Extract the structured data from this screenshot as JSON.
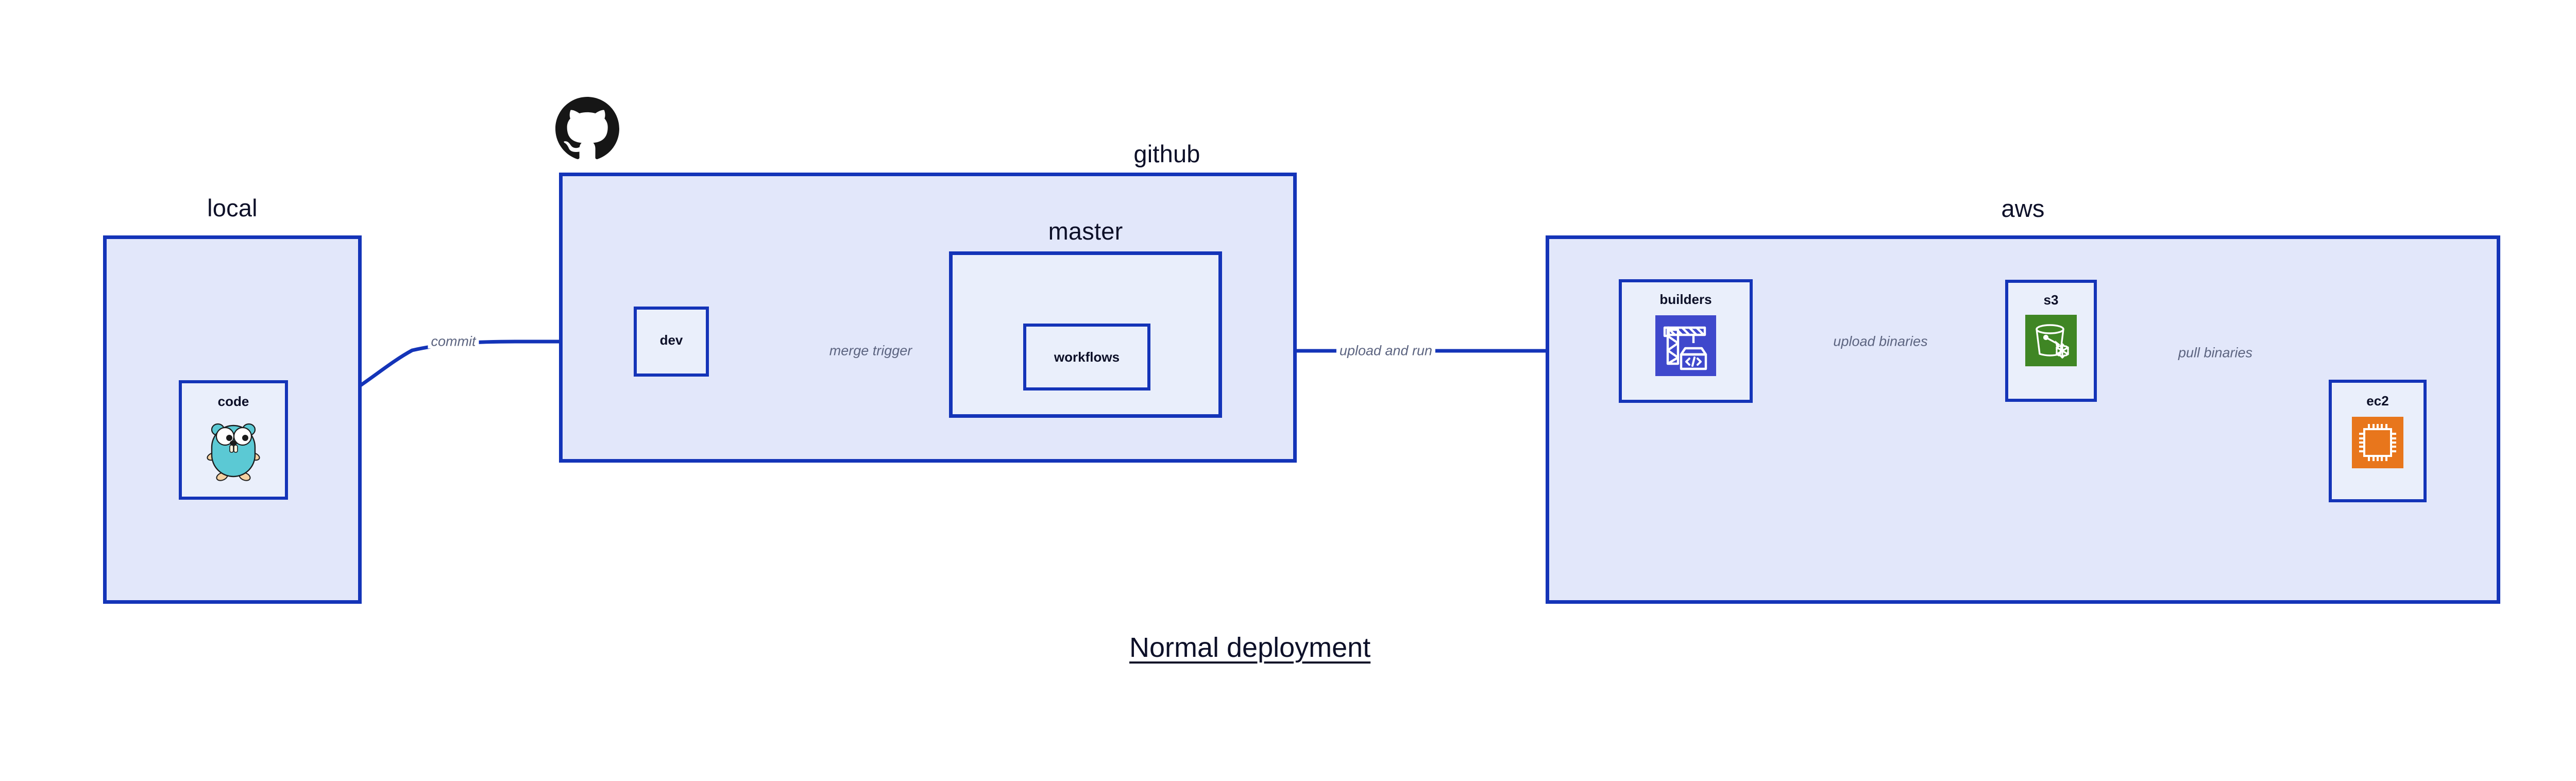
{
  "diagram": {
    "caption": "Normal deployment",
    "background": "#ffffff",
    "accent_border": "#1434b8",
    "group_fill": "#e2e7fa",
    "node_fill": "#eaeffb",
    "label_color": "#0d1028",
    "edge_label_color": "#5c6480"
  },
  "groups": [
    {
      "id": "local",
      "title": "local",
      "nodes": [
        {
          "id": "code",
          "label": "code",
          "icon": "go-gopher-icon"
        }
      ]
    },
    {
      "id": "github",
      "title": "github",
      "brand_icon": "github-octocat-icon",
      "nodes": [
        {
          "id": "dev",
          "label": "dev",
          "icon": "none"
        }
      ],
      "subgroups": [
        {
          "id": "master",
          "title": "master",
          "nodes": [
            {
              "id": "workflows",
              "label": "workflows",
              "icon": "none"
            }
          ]
        }
      ]
    },
    {
      "id": "aws",
      "title": "aws",
      "nodes": [
        {
          "id": "builders",
          "label": "builders",
          "icon": "aws-codebuild-icon",
          "icon_color": "#3F48CC"
        },
        {
          "id": "s3",
          "label": "s3",
          "icon": "aws-s3-glacier-bucket-icon",
          "icon_color": "#3F8624"
        },
        {
          "id": "ec2",
          "label": "ec2",
          "icon": "aws-ec2-chip-icon",
          "icon_color": "#E8761C"
        }
      ]
    }
  ],
  "edges": [
    {
      "id": "commit",
      "label": "commit",
      "from": "code",
      "to": "dev"
    },
    {
      "id": "merge-trigger",
      "label": "merge trigger",
      "from": "dev",
      "to": "workflows"
    },
    {
      "id": "upload-and-run",
      "label": "upload and run",
      "from": "workflows",
      "to": "builders"
    },
    {
      "id": "upload-binaries",
      "label": "upload binaries",
      "from": "builders",
      "to": "s3"
    },
    {
      "id": "pull-binaries",
      "label": "pull binaries",
      "from": "s3",
      "to": "ec2"
    }
  ]
}
